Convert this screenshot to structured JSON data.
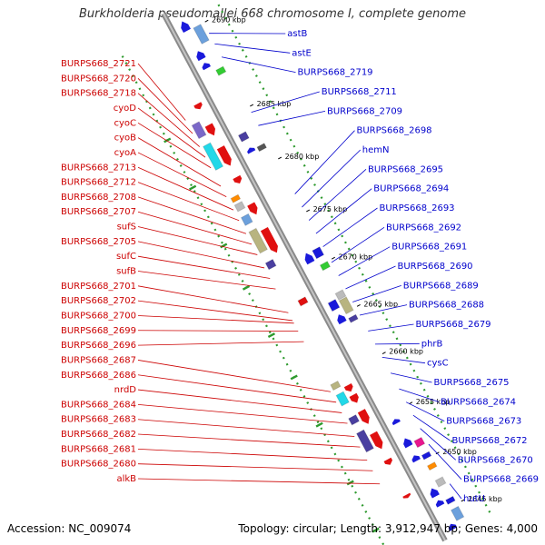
{
  "title": "Burkholderia pseudomallei 668 chromosome I, complete genome",
  "accession_text": "Accession: NC_009074",
  "topology_text": "Topology: circular; Length: 3,912,947 bp; Genes: 4,000",
  "colors": {
    "left_label": "#cc0000",
    "right_label": "#0000cc",
    "backbone": "#8a8a8a",
    "gc_dots": "#2e9a2e"
  },
  "kbp_marks": [
    {
      "text": "2690 kbp",
      "t": 0.045
    },
    {
      "text": "2685 kbp",
      "t": 0.205
    },
    {
      "text": "2680 kbp",
      "t": 0.305
    },
    {
      "text": "2675 kbp",
      "t": 0.405
    },
    {
      "text": "2670 kbp",
      "t": 0.495
    },
    {
      "text": "2665 kbp",
      "t": 0.585
    },
    {
      "text": "2660 kbp",
      "t": 0.675
    },
    {
      "text": "2655 kbp",
      "t": 0.77
    },
    {
      "text": "2650 kbp",
      "t": 0.865
    },
    {
      "text": "2645 kbp",
      "t": 0.955
    }
  ],
  "left_labels": [
    {
      "text": "BURPS668_2721",
      "t": 0.175
    },
    {
      "text": "BURPS668_2720",
      "t": 0.2
    },
    {
      "text": "BURPS668_2718",
      "t": 0.225
    },
    {
      "text": "cyoD",
      "t": 0.245
    },
    {
      "text": "cyoC",
      "t": 0.265
    },
    {
      "text": "cyoB",
      "t": 0.3
    },
    {
      "text": "cyoA",
      "t": 0.32
    },
    {
      "text": "BURPS668_2713",
      "t": 0.345
    },
    {
      "text": "BURPS668_2712",
      "t": 0.365
    },
    {
      "text": "BURPS668_2708",
      "t": 0.39
    },
    {
      "text": "BURPS668_2707",
      "t": 0.41
    },
    {
      "text": "sufS",
      "t": 0.43
    },
    {
      "text": "BURPS668_2705",
      "t": 0.455
    },
    {
      "text": "sufC",
      "t": 0.475
    },
    {
      "text": "sufB",
      "t": 0.495
    },
    {
      "text": "BURPS668_2701",
      "t": 0.54
    },
    {
      "text": "BURPS668_2702",
      "t": 0.555
    },
    {
      "text": "BURPS668_2700",
      "t": 0.56
    },
    {
      "text": "BURPS668_2699",
      "t": 0.575
    },
    {
      "text": "BURPS668_2696",
      "t": 0.595
    },
    {
      "text": "BURPS668_2687",
      "t": 0.69
    },
    {
      "text": "BURPS668_2686",
      "t": 0.71
    },
    {
      "text": "nrdD",
      "t": 0.73
    },
    {
      "text": "BURPS668_2684",
      "t": 0.75
    },
    {
      "text": "BURPS668_2683",
      "t": 0.775
    },
    {
      "text": "BURPS668_2682",
      "t": 0.795
    },
    {
      "text": "BURPS668_2681",
      "t": 0.82
    },
    {
      "text": "BURPS668_2680",
      "t": 0.84
    },
    {
      "text": "alkB",
      "t": 0.865
    }
  ],
  "right_labels": [
    {
      "text": "astB",
      "t": 0.065
    },
    {
      "text": "astE",
      "t": 0.085
    },
    {
      "text": "BURPS668_2719",
      "t": 0.11
    },
    {
      "text": "BURPS668_2711",
      "t": 0.215
    },
    {
      "text": "BURPS668_2709",
      "t": 0.24
    },
    {
      "text": "BURPS668_2698",
      "t": 0.37
    },
    {
      "text": "hemN",
      "t": 0.395
    },
    {
      "text": "BURPS668_2695",
      "t": 0.42
    },
    {
      "text": "BURPS668_2694",
      "t": 0.445
    },
    {
      "text": "BURPS668_2693",
      "t": 0.47
    },
    {
      "text": "BURPS668_2692",
      "t": 0.5
    },
    {
      "text": "BURPS668_2691",
      "t": 0.525
    },
    {
      "text": "BURPS668_2690",
      "t": 0.55
    },
    {
      "text": "BURPS668_2689",
      "t": 0.575
    },
    {
      "text": "BURPS668_2688",
      "t": 0.6
    },
    {
      "text": "BURPS668_2679",
      "t": 0.63
    },
    {
      "text": "phrB",
      "t": 0.655
    },
    {
      "text": "cysC",
      "t": 0.68
    },
    {
      "text": "BURPS668_2675",
      "t": 0.71
    },
    {
      "text": "BURPS668_2674",
      "t": 0.74
    },
    {
      "text": "BURPS668_2673",
      "t": 0.765
    },
    {
      "text": "BURPS668_2672",
      "t": 0.79
    },
    {
      "text": "BURPS668_2670",
      "t": 0.815
    },
    {
      "text": "BURPS668_2669",
      "t": 0.845
    },
    {
      "text": "hutU",
      "t": 0.92
    }
  ],
  "features": [
    {
      "t": 0.035,
      "lane": 1,
      "len": 0.018,
      "color": "#1a1adb",
      "shape": "arrow"
    },
    {
      "t": 0.06,
      "lane": 2,
      "len": 0.03,
      "color": "#6ca0dc",
      "shape": "box"
    },
    {
      "t": 0.09,
      "lane": 1,
      "len": 0.015,
      "color": "#1a1adb",
      "shape": "arrow"
    },
    {
      "t": 0.11,
      "lane": 1,
      "len": 0.01,
      "color": "#1a1adb",
      "shape": "arrow"
    },
    {
      "t": 0.13,
      "lane": 2,
      "len": 0.01,
      "color": "#33cc33",
      "shape": "box"
    },
    {
      "t": 0.165,
      "lane": -1,
      "len": 0.01,
      "color": "#e01010",
      "shape": "arrow"
    },
    {
      "t": 0.2,
      "lane": -2,
      "len": 0.025,
      "color": "#7b68c8",
      "shape": "box"
    },
    {
      "t": 0.21,
      "lane": -1,
      "len": 0.02,
      "color": "#e01010",
      "shape": "arrow"
    },
    {
      "t": 0.25,
      "lane": -2,
      "len": 0.045,
      "color": "#22d8e8",
      "shape": "box"
    },
    {
      "t": 0.26,
      "lane": -1,
      "len": 0.035,
      "color": "#e01010",
      "shape": "arrow"
    },
    {
      "t": 0.245,
      "lane": 1,
      "len": 0.012,
      "color": "#4a3fa0",
      "shape": "box"
    },
    {
      "t": 0.27,
      "lane": 1,
      "len": 0.008,
      "color": "#1a1adb",
      "shape": "arrow"
    },
    {
      "t": 0.275,
      "lane": 2,
      "len": 0.008,
      "color": "#555555",
      "shape": "box"
    },
    {
      "t": 0.305,
      "lane": -1,
      "len": 0.012,
      "color": "#e01010",
      "shape": "arrow"
    },
    {
      "t": 0.33,
      "lane": -2,
      "len": 0.008,
      "color": "#ff8c00",
      "shape": "box"
    },
    {
      "t": 0.345,
      "lane": -2,
      "len": 0.012,
      "color": "#bbbbbb",
      "shape": "box"
    },
    {
      "t": 0.36,
      "lane": -1,
      "len": 0.02,
      "color": "#e01010",
      "shape": "arrow"
    },
    {
      "t": 0.37,
      "lane": -2,
      "len": 0.015,
      "color": "#6ca0dc",
      "shape": "box"
    },
    {
      "t": 0.41,
      "lane": -2,
      "len": 0.04,
      "color": "#b8b480",
      "shape": "box"
    },
    {
      "t": 0.42,
      "lane": -1,
      "len": 0.045,
      "color": "#e01010",
      "shape": "arrow"
    },
    {
      "t": 0.455,
      "lane": -2,
      "len": 0.012,
      "color": "#4a3fa0",
      "shape": "box"
    },
    {
      "t": 0.475,
      "lane": 1,
      "len": 0.018,
      "color": "#1a1adb",
      "shape": "arrow"
    },
    {
      "t": 0.475,
      "lane": 2,
      "len": 0.015,
      "color": "#1a1adb",
      "shape": "box"
    },
    {
      "t": 0.5,
      "lane": 2,
      "len": 0.01,
      "color": "#33cc33",
      "shape": "box"
    },
    {
      "t": 0.535,
      "lane": -1,
      "len": 0.01,
      "color": "#e01010",
      "shape": "box"
    },
    {
      "t": 0.555,
      "lane": 2,
      "len": 0.012,
      "color": "#bbbbbb",
      "shape": "box"
    },
    {
      "t": 0.565,
      "lane": 1,
      "len": 0.015,
      "color": "#1a1adb",
      "shape": "box"
    },
    {
      "t": 0.575,
      "lane": 2,
      "len": 0.025,
      "color": "#b8b480",
      "shape": "box"
    },
    {
      "t": 0.59,
      "lane": 1,
      "len": 0.015,
      "color": "#1a1adb",
      "shape": "arrow"
    },
    {
      "t": 0.6,
      "lane": 2,
      "len": 0.008,
      "color": "#4a3fa0",
      "shape": "box"
    },
    {
      "t": 0.685,
      "lane": -2,
      "len": 0.01,
      "color": "#b8b480",
      "shape": "box"
    },
    {
      "t": 0.7,
      "lane": -1,
      "len": 0.012,
      "color": "#e01010",
      "shape": "arrow"
    },
    {
      "t": 0.71,
      "lane": -2,
      "len": 0.02,
      "color": "#22d8e8",
      "shape": "box"
    },
    {
      "t": 0.72,
      "lane": -1,
      "len": 0.015,
      "color": "#e01010",
      "shape": "arrow"
    },
    {
      "t": 0.75,
      "lane": -2,
      "len": 0.012,
      "color": "#4a3fa0",
      "shape": "box"
    },
    {
      "t": 0.755,
      "lane": -1,
      "len": 0.025,
      "color": "#e01010",
      "shape": "arrow"
    },
    {
      "t": 0.79,
      "lane": -2,
      "len": 0.035,
      "color": "#4a3fa0",
      "shape": "box"
    },
    {
      "t": 0.8,
      "lane": -1,
      "len": 0.03,
      "color": "#e01010",
      "shape": "arrow"
    },
    {
      "t": 0.785,
      "lane": 1,
      "len": 0.008,
      "color": "#1a1adb",
      "shape": "arrow"
    },
    {
      "t": 0.84,
      "lane": -1,
      "len": 0.01,
      "color": "#e01010",
      "shape": "arrow"
    },
    {
      "t": 0.825,
      "lane": 1,
      "len": 0.015,
      "color": "#1a1adb",
      "shape": "arrow"
    },
    {
      "t": 0.835,
      "lane": 2,
      "len": 0.012,
      "color": "#e8168f",
      "shape": "box"
    },
    {
      "t": 0.855,
      "lane": 1,
      "len": 0.01,
      "color": "#1a1adb",
      "shape": "arrow"
    },
    {
      "t": 0.86,
      "lane": 2,
      "len": 0.008,
      "color": "#1a1adb",
      "shape": "box"
    },
    {
      "t": 0.88,
      "lane": 2,
      "len": 0.008,
      "color": "#ff8c00",
      "shape": "box"
    },
    {
      "t": 0.91,
      "lane": 2,
      "len": 0.012,
      "color": "#bbbbbb",
      "shape": "box"
    },
    {
      "t": 0.92,
      "lane": 1,
      "len": 0.015,
      "color": "#1a1adb",
      "shape": "arrow"
    },
    {
      "t": 0.94,
      "lane": 1,
      "len": 0.01,
      "color": "#1a1adb",
      "shape": "arrow"
    },
    {
      "t": 0.945,
      "lane": 2,
      "len": 0.008,
      "color": "#1a1adb",
      "shape": "box"
    },
    {
      "t": 0.97,
      "lane": 2,
      "len": 0.02,
      "color": "#6ca0dc",
      "shape": "box"
    },
    {
      "t": 0.985,
      "lane": 1,
      "len": 0.01,
      "color": "#1a1adb",
      "shape": "arrow"
    },
    {
      "t": 0.905,
      "lane": -1,
      "len": 0.006,
      "color": "#e01010",
      "shape": "arrow"
    }
  ]
}
